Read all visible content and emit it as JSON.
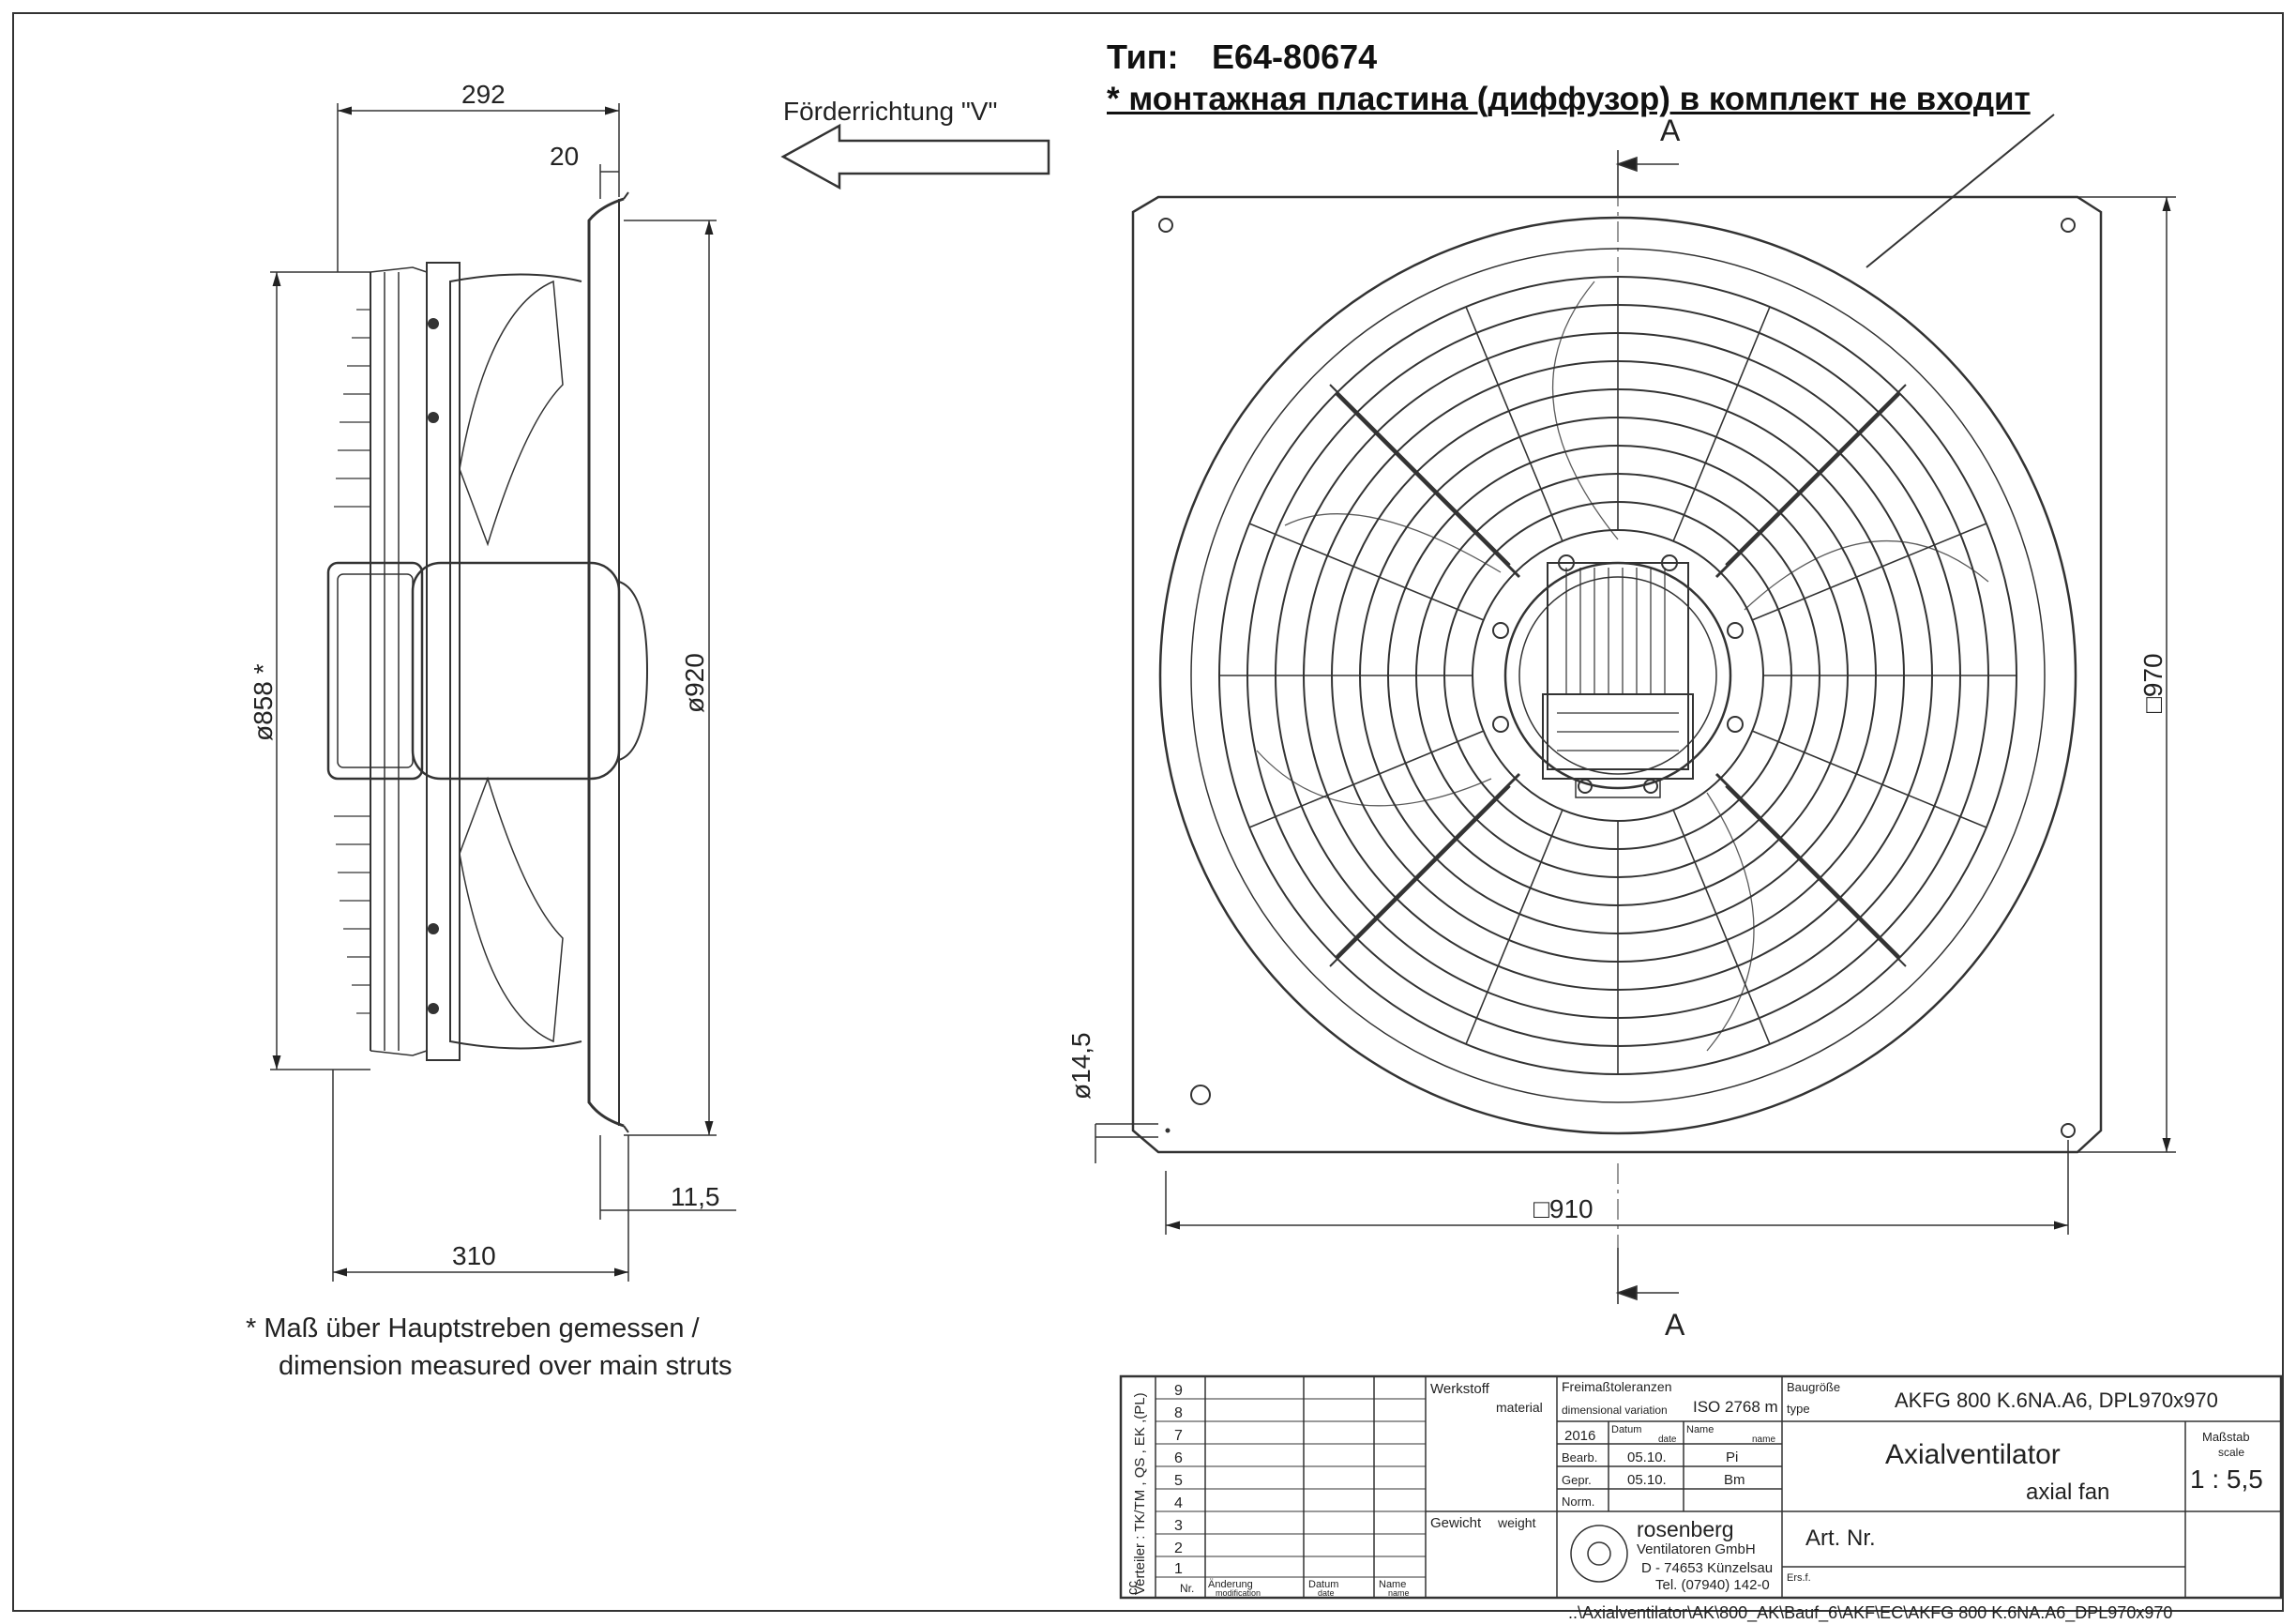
{
  "header": {
    "type_label": "Тип:",
    "type_value": "E64-80674",
    "note": "* монтажная пластина (диффузор) в комплект не входит"
  },
  "side_view": {
    "flow_direction": "Förderrichtung \"V\"",
    "dims": {
      "d292": "292",
      "d20": "20",
      "d858": "ø858 *",
      "d920": "ø920",
      "d11_5": "11,5",
      "d310": "310"
    },
    "footnote_line1": "* Maß über Hauptstreben gemessen /",
    "footnote_line2": "dimension measured over main struts"
  },
  "front_view": {
    "section_top": "A",
    "section_bottom": "A",
    "dims": {
      "d970": "□970",
      "d910": "□910",
      "d14_5": "ø14,5"
    }
  },
  "title_block": {
    "side_label_1": "Verteiler : TK/TM , QS , EK ,(PL)",
    "side_label_2": "cc",
    "rev_numbers": [
      "9",
      "8",
      "7",
      "6",
      "5",
      "4",
      "3",
      "2",
      "1"
    ],
    "col_nr": "Nr.",
    "col_change": "Änderung",
    "col_change_en": "modification",
    "col_date": "Datum",
    "col_date_en": "date",
    "col_name": "Name",
    "col_name_en": "name",
    "werkstoff": "Werkstoff",
    "material": "material",
    "gewicht": "Gewicht",
    "weight": "weight",
    "tolerances": "Freimaßtoleranzen",
    "tolerances_en": "dimensional variation",
    "iso": "ISO 2768 m",
    "year": "2016",
    "datum": "Datum",
    "date_en": "date",
    "name_de": "Name",
    "name_en": "name",
    "bearb": "Bearb.",
    "bearb_date": "05.10.",
    "bearb_name": "Pi",
    "gepr": "Gepr.",
    "gepr_date": "05.10.",
    "gepr_name": "Bm",
    "norm": "Norm.",
    "company_1": "rosenberg",
    "company_2": "Ventilatoren GmbH",
    "company_3": "D - 74653 Künzelsau",
    "company_4": "Tel. (07940) 142-0",
    "baugroesse": "Baugröße",
    "type_en": "type",
    "type_value": "AKFG 800 K.6NA.A6, DPL970x970",
    "title_de": "Axialventilator",
    "title_en": "axial fan",
    "massstab": "Maßstab",
    "scale_en": "scale",
    "scale_value": "1 : 5,5",
    "art_nr": "Art. Nr.",
    "ersf": "Ers.f.",
    "file_path": "..\\Axialventilator\\AK\\800_AK\\Bauf_6\\AKF\\EC\\AKFG 800 K.6NA.A6_DPL970x970"
  }
}
